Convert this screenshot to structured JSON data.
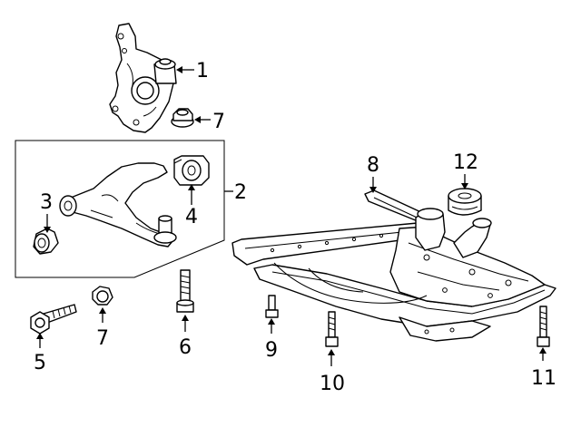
{
  "callouts": {
    "c1": "1",
    "c2": "2",
    "c3": "3",
    "c4": "4",
    "c5": "5",
    "c6": "6",
    "c7a": "7",
    "c7b": "7",
    "c8": "8",
    "c9": "9",
    "c10": "10",
    "c11": "11",
    "c12": "12"
  },
  "colors": {
    "line": "#000000",
    "background": "#ffffff"
  }
}
